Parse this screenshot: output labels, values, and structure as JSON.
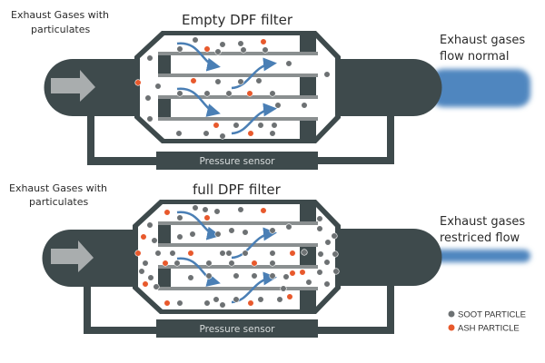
{
  "colors": {
    "body": "#3e4a4c",
    "interior": "#ffffff",
    "channel_wall": "#8a8f90",
    "plug": "#3e4a4c",
    "arrow": "#4a7fb5",
    "exhaust_normal": "#4f86bf",
    "exhaust_restricted": "#4f86bf",
    "inlet_arrow": "#a9adae",
    "soot": "#6d7173",
    "ash": "#e8592c"
  },
  "panels": [
    {
      "id": "empty",
      "title": "Empty DPF filter",
      "input_label": [
        "Exhaust Gases with",
        "particulates"
      ],
      "output_label": [
        "Exhaust gases",
        "flow normal"
      ],
      "sensor_label": "Pressure sensor",
      "flow": "normal",
      "fill_level": "empty"
    },
    {
      "id": "full",
      "title": "full DPF filter",
      "input_label": [
        "Exhaust Gases with",
        "particulates"
      ],
      "output_label": [
        "Exhaust gases",
        "restriced flow"
      ],
      "sensor_label": "Pressure sensor",
      "flow": "restricted",
      "fill_level": "full"
    }
  ],
  "legend": [
    {
      "label": "SOOT PARTICLE",
      "type": "soot"
    },
    {
      "label": "ASH PARTICLE",
      "type": "ash"
    }
  ]
}
